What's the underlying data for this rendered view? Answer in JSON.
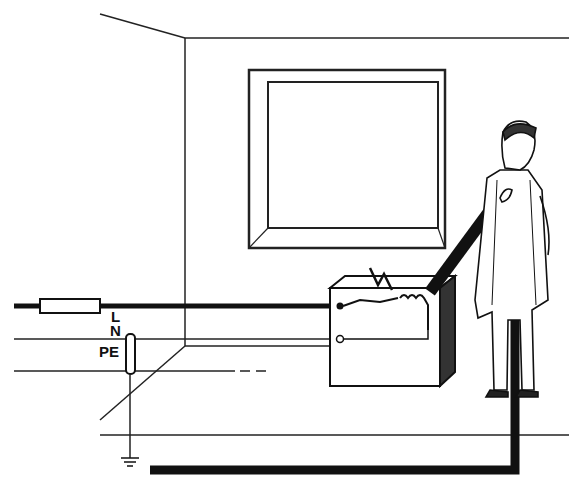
{
  "diagram": {
    "labels": [
      "L",
      "N",
      "PE"
    ]
  }
}
